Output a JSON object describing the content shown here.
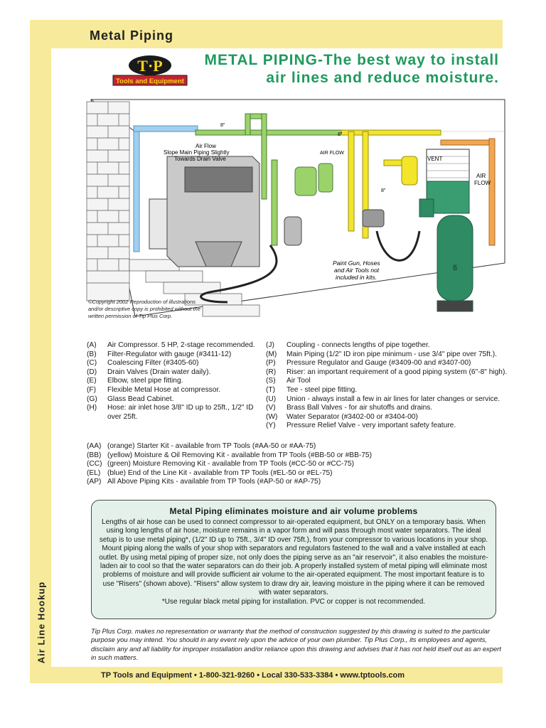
{
  "header": {
    "section_title": "Metal Piping"
  },
  "side_tab": {
    "label": "Air Line Hookup"
  },
  "logo": {
    "mark": "T·P",
    "sub": "Tools and Equipment"
  },
  "headline": "METAL PIPING-The best way to install air lines and reduce moisture.",
  "illustration": {
    "labels": {
      "air_flow_1": "Air Flow",
      "slope_note_1": "Slope Main Piping Slightly",
      "slope_note_2": "Towards Drain Valve",
      "air_flow_2": "AIR FLOW",
      "air_flow_3a": "AIR",
      "air_flow_3b": "FLOW",
      "vent": "VENT",
      "dim_8": "8\"",
      "note_1": "Paint Gun, Hoses",
      "note_2": "and Air Tools not",
      "note_3": "included in kits.",
      "compressor_num": "5"
    },
    "colors": {
      "green": "#9bd36a",
      "yellow": "#f2e52a",
      "orange": "#f3a64e",
      "blue": "#9fd0ef",
      "compressor": "#2e8b63"
    }
  },
  "copyright": "©Copyright 2002 Reproduction of illustrations and/or descriptive copy is prohibited without the written permission of Tip Plus Corp.",
  "legend_left": [
    {
      "k": "(A)",
      "v": "Air Compressor. 5 HP, 2-stage recommended."
    },
    {
      "k": "(B)",
      "v": "Filter-Regulator with gauge (#3411-12)"
    },
    {
      "k": "(C)",
      "v": "Coalescing Filter (#3405-60)"
    },
    {
      "k": "(D)",
      "v": "Drain Valves (Drain water daily)."
    },
    {
      "k": "(E)",
      "v": "Elbow, steel pipe fitting."
    },
    {
      "k": "(F)",
      "v": "Flexible Metal Hose at compressor."
    },
    {
      "k": "(G)",
      "v": "Glass Bead Cabinet."
    },
    {
      "k": "(H)",
      "v": "Hose: air inlet hose 3/8\" ID up to 25ft., 1/2\" ID over 25ft."
    }
  ],
  "legend_right": [
    {
      "k": "(J)",
      "v": "Coupling - connects lengths of pipe together."
    },
    {
      "k": "(M)",
      "v": "Main Piping (1/2\" ID iron pipe minimum - use 3/4\" pipe over 75ft.)."
    },
    {
      "k": "(P)",
      "v": "Pressure Regulator and Gauge (#3409-00 and #3407-00)"
    },
    {
      "k": "(R)",
      "v": "Riser: an important requirement of a good piping system (6\"-8\" high)."
    },
    {
      "k": "(S)",
      "v": "Air Tool"
    },
    {
      "k": "(T)",
      "v": "Tee - steel pipe fitting."
    },
    {
      "k": "(U)",
      "v": "Union - always install a few in air lines for later changes or service."
    },
    {
      "k": "(V)",
      "v": "Brass Ball Valves - for air shutoffs and drains."
    },
    {
      "k": "(W)",
      "v": "Water Separator (#3402-00 or #3404-00)"
    },
    {
      "k": "(Y)",
      "v": "Pressure Relief Valve - very important safety feature."
    }
  ],
  "kits": [
    {
      "k": "(AA)",
      "v": "(orange) Starter Kit - available from TP Tools (#AA-50 or #AA-75)"
    },
    {
      "k": "(BB)",
      "v": "(yellow) Moisture & Oil Removing Kit - available from TP Tools (#BB-50 or #BB-75)"
    },
    {
      "k": "(CC)",
      "v": "(green) Moisture Removing Kit - available from TP Tools (#CC-50 or #CC-75)"
    },
    {
      "k": "(EL)",
      "v": "(blue) End of the Line Kit - available from TP Tools (#EL-50 or #EL-75)"
    },
    {
      "k": "(AP)",
      "v": "All Above Piping Kits - available from TP Tools (#AP-50 or #AP-75)"
    }
  ],
  "infobox": {
    "heading": "Metal Piping eliminates moisture and air volume problems",
    "body": "Lengths of air hose can be used to connect compressor to air-operated equipment, but ONLY on a temporary basis. When using long lengths of air hose, moisture remains in a vapor form and will pass through most water separators. The ideal setup is to use metal piping*, (1/2\" ID up to 75ft., 3/4\" ID over 75ft.), from your compressor to various locations in your shop. Mount piping along the walls of your shop with separators and regulators fastened to the wall and a valve installed at each outlet. By using metal piping of proper size, not only does the piping serve as an \"air reservoir\", it also enables the moisture-laden air to cool so that the water separators can do their job. A properly installed system of metal piping will eliminate most problems of moisture and will provide sufficient air volume to the air-operated equipment. The most important feature is to use \"Risers\" (shown above). \"Risers\" allow system to draw dry air, leaving moisture in the piping where it can be removed with water separators.",
    "footnote": "*Use regular black metal piping for installation. PVC or copper is not recommended."
  },
  "disclaimer": "Tip Plus Corp. makes no representation or warranty that the method of construction suggested by this drawing is suited to the particular purpose you may intend. You should in any event rely upon the advice of your own plumber. Tip Plus Corp., its employees and agents, disclaim any and all liability for improper installation and/or reliance upon this drawing and advises that it has not held itself out as an expert in such matters.",
  "footer": "TP Tools and Equipment • 1-800-321-9260 • Local 330-533-3384 • www.tptools.com"
}
